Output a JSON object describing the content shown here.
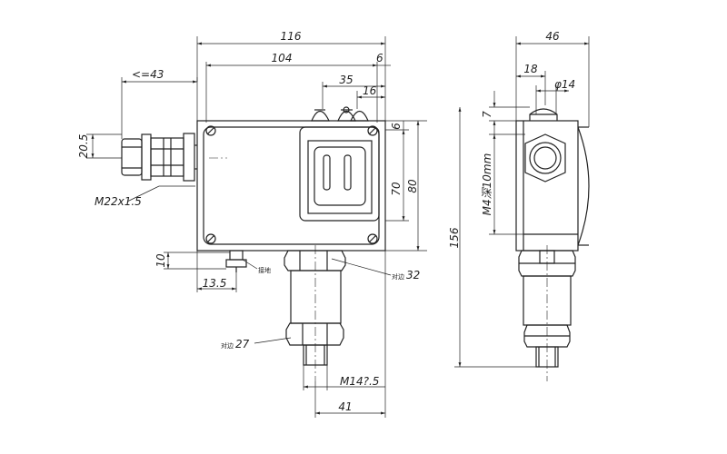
{
  "dimensions": {
    "width_116": "116",
    "width_104": "104",
    "offset_6_top": "6",
    "width_35": "35",
    "width_16": "16",
    "height_6_right": "6",
    "height_70": "70",
    "height_80": "80",
    "offset_43": "<=43",
    "height_20_5": "20.5",
    "height_10": "10",
    "width_13_5": "13.5",
    "width_41": "41",
    "side_width_46": "46",
    "side_width_18": "18",
    "side_dia_14": "φ14",
    "side_height_7": "7",
    "overall_height_156": "156"
  },
  "labels": {
    "cable_thread": "M22x1.5",
    "fitting_thread": "M14?.5",
    "side_thread": "M4深10mm",
    "across_flats_32": "32",
    "across_flats_27": "27",
    "across_flats_prefix": "对边",
    "ground_label": "接地"
  }
}
